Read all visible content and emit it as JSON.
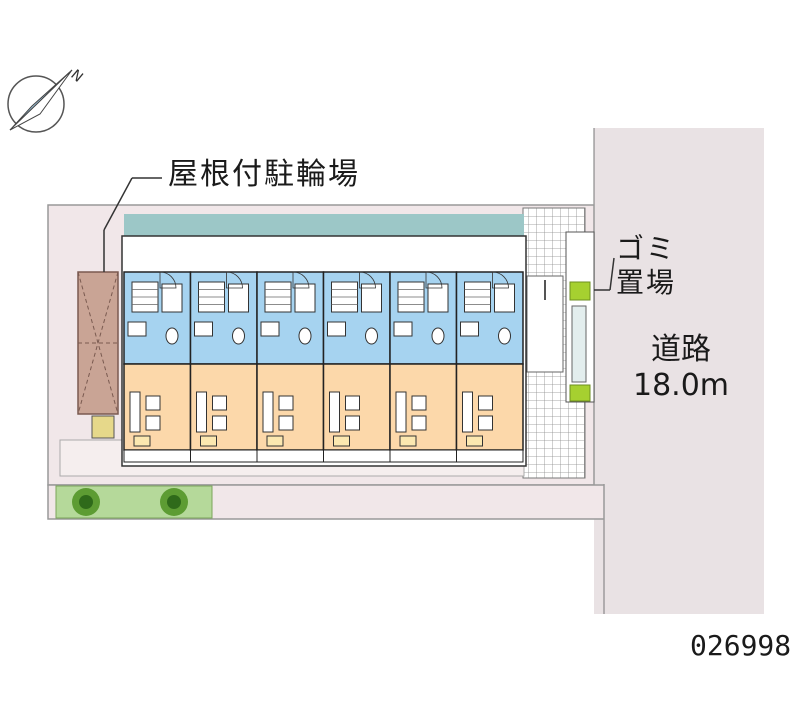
{
  "labels": {
    "bicycle_parking": "屋根付駐輪場",
    "garbage_area_line1": "ゴミ",
    "garbage_area_line2": "置場",
    "road_name": "道路",
    "road_width": "18.0m",
    "property_code": "026998"
  },
  "compass": {
    "north_letter": "N",
    "icon": "compass-icon"
  },
  "building": {
    "unit_count": 6
  },
  "colors": {
    "site": "#f1e7e9",
    "road": "#e9e2e4",
    "roof": "#9cc7c7",
    "water_area": "#a6d3f0",
    "living_area": "#fcd8aa",
    "bike_shelter": "#c9a495",
    "greenery": "#86c63c"
  }
}
